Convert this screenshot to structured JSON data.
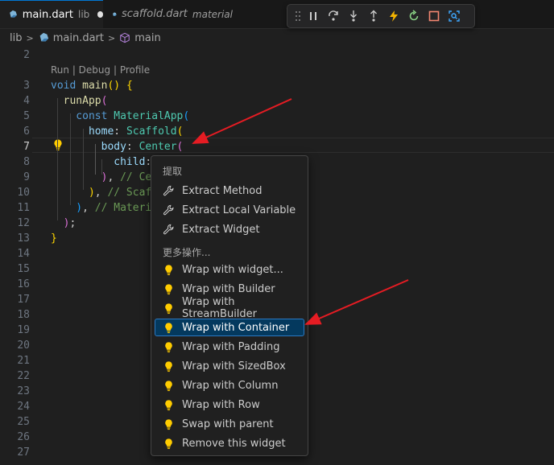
{
  "tabs": [
    {
      "filename": "main.dart",
      "desc": "lib",
      "active": true,
      "dirty": true,
      "icon": "dart-icon"
    },
    {
      "filename": "scaffold.dart",
      "desc": "material",
      "active": false,
      "dirty": false,
      "icon": "dart-icon"
    }
  ],
  "debug_toolbar": {
    "buttons": [
      "drag-grip",
      "pause",
      "step-over",
      "step-into",
      "step-out",
      "hot-reload",
      "restart",
      "stop",
      "open-devtools"
    ],
    "colors": {
      "hot_reload": "#f5b400",
      "restart": "#89d185",
      "stop": "#f48771",
      "default": "#cccccc"
    }
  },
  "breadcrumb": {
    "items": [
      "lib",
      "main.dart",
      "main"
    ],
    "icons": [
      "",
      "dart-icon",
      "cube-icon"
    ]
  },
  "editor": {
    "codelens": "Run | Debug | Profile",
    "current_line": "7",
    "line_numbers": [
      "2",
      "3",
      "4",
      "5",
      "6",
      "7",
      "8",
      "9",
      "10",
      "11",
      "12",
      "13",
      "14",
      "15",
      "16",
      "17",
      "18",
      "19",
      "20",
      "21",
      "22",
      "23",
      "24",
      "25",
      "26",
      "27"
    ],
    "lines": [
      {
        "n": "3",
        "tokens": [
          {
            "t": "void ",
            "c": "kw"
          },
          {
            "t": "main",
            "c": "fn"
          },
          {
            "t": "() ",
            "c": "p1"
          },
          {
            "t": "{",
            "c": "p1"
          }
        ]
      },
      {
        "n": "4",
        "tokens": [
          {
            "t": "  runApp",
            "c": "fn"
          },
          {
            "t": "(",
            "c": "p2"
          }
        ]
      },
      {
        "n": "5",
        "tokens": [
          {
            "t": "    const ",
            "c": "kw"
          },
          {
            "t": "MaterialApp",
            "c": "cls"
          },
          {
            "t": "(",
            "c": "p3"
          }
        ]
      },
      {
        "n": "6",
        "tokens": [
          {
            "t": "      home",
            "c": "prop"
          },
          {
            "t": ": ",
            "c": ""
          },
          {
            "t": "Scaffold",
            "c": "cls"
          },
          {
            "t": "(",
            "c": "p1"
          }
        ]
      },
      {
        "n": "7",
        "tokens": [
          {
            "t": "        body",
            "c": "prop"
          },
          {
            "t": ": ",
            "c": ""
          },
          {
            "t": "Center",
            "c": "cls"
          },
          {
            "t": "(",
            "c": "p2"
          }
        ]
      },
      {
        "n": "8",
        "tokens": [
          {
            "t": "          child",
            "c": "prop"
          },
          {
            "t": ":",
            "c": ""
          }
        ]
      },
      {
        "n": "9",
        "tokens": [
          {
            "t": "        )",
            "c": "p2"
          },
          {
            "t": ", ",
            "c": ""
          },
          {
            "t": "// Ce",
            "c": "cmt"
          }
        ]
      },
      {
        "n": "10",
        "tokens": [
          {
            "t": "      )",
            "c": "p1"
          },
          {
            "t": ", ",
            "c": ""
          },
          {
            "t": "// Scaf",
            "c": "cmt"
          }
        ]
      },
      {
        "n": "11",
        "tokens": [
          {
            "t": "    )",
            "c": "p3"
          },
          {
            "t": ", ",
            "c": ""
          },
          {
            "t": "// Materi",
            "c": "cmt"
          }
        ]
      },
      {
        "n": "12",
        "tokens": [
          {
            "t": "  )",
            "c": "p2"
          },
          {
            "t": ";",
            "c": ""
          }
        ]
      },
      {
        "n": "13",
        "tokens": [
          {
            "t": "}",
            "c": "p1"
          }
        ]
      }
    ]
  },
  "code_actions": {
    "sections": [
      {
        "header": "提取",
        "items": [
          {
            "label": "Extract Method",
            "icon": "wrench-icon"
          },
          {
            "label": "Extract Local Variable",
            "icon": "wrench-icon"
          },
          {
            "label": "Extract Widget",
            "icon": "wrench-icon"
          }
        ]
      },
      {
        "header": "更多操作...",
        "items": [
          {
            "label": "Wrap with widget...",
            "icon": "lightbulb-icon"
          },
          {
            "label": "Wrap with Builder",
            "icon": "lightbulb-icon"
          },
          {
            "label": "Wrap with StreamBuilder",
            "icon": "lightbulb-icon"
          },
          {
            "label": "Wrap with Container",
            "icon": "lightbulb-icon",
            "selected": true
          },
          {
            "label": "Wrap with Padding",
            "icon": "lightbulb-icon"
          },
          {
            "label": "Wrap with SizedBox",
            "icon": "lightbulb-icon"
          },
          {
            "label": "Wrap with Column",
            "icon": "lightbulb-icon"
          },
          {
            "label": "Wrap with Row",
            "icon": "lightbulb-icon"
          },
          {
            "label": "Swap with parent",
            "icon": "lightbulb-icon"
          },
          {
            "label": "Remove this widget",
            "icon": "lightbulb-icon"
          }
        ]
      }
    ]
  },
  "colors": {
    "accent": "#0078d4",
    "selection": "#04395e",
    "annotation_arrow": "#e51c23",
    "bulb": "#ffcc00"
  }
}
